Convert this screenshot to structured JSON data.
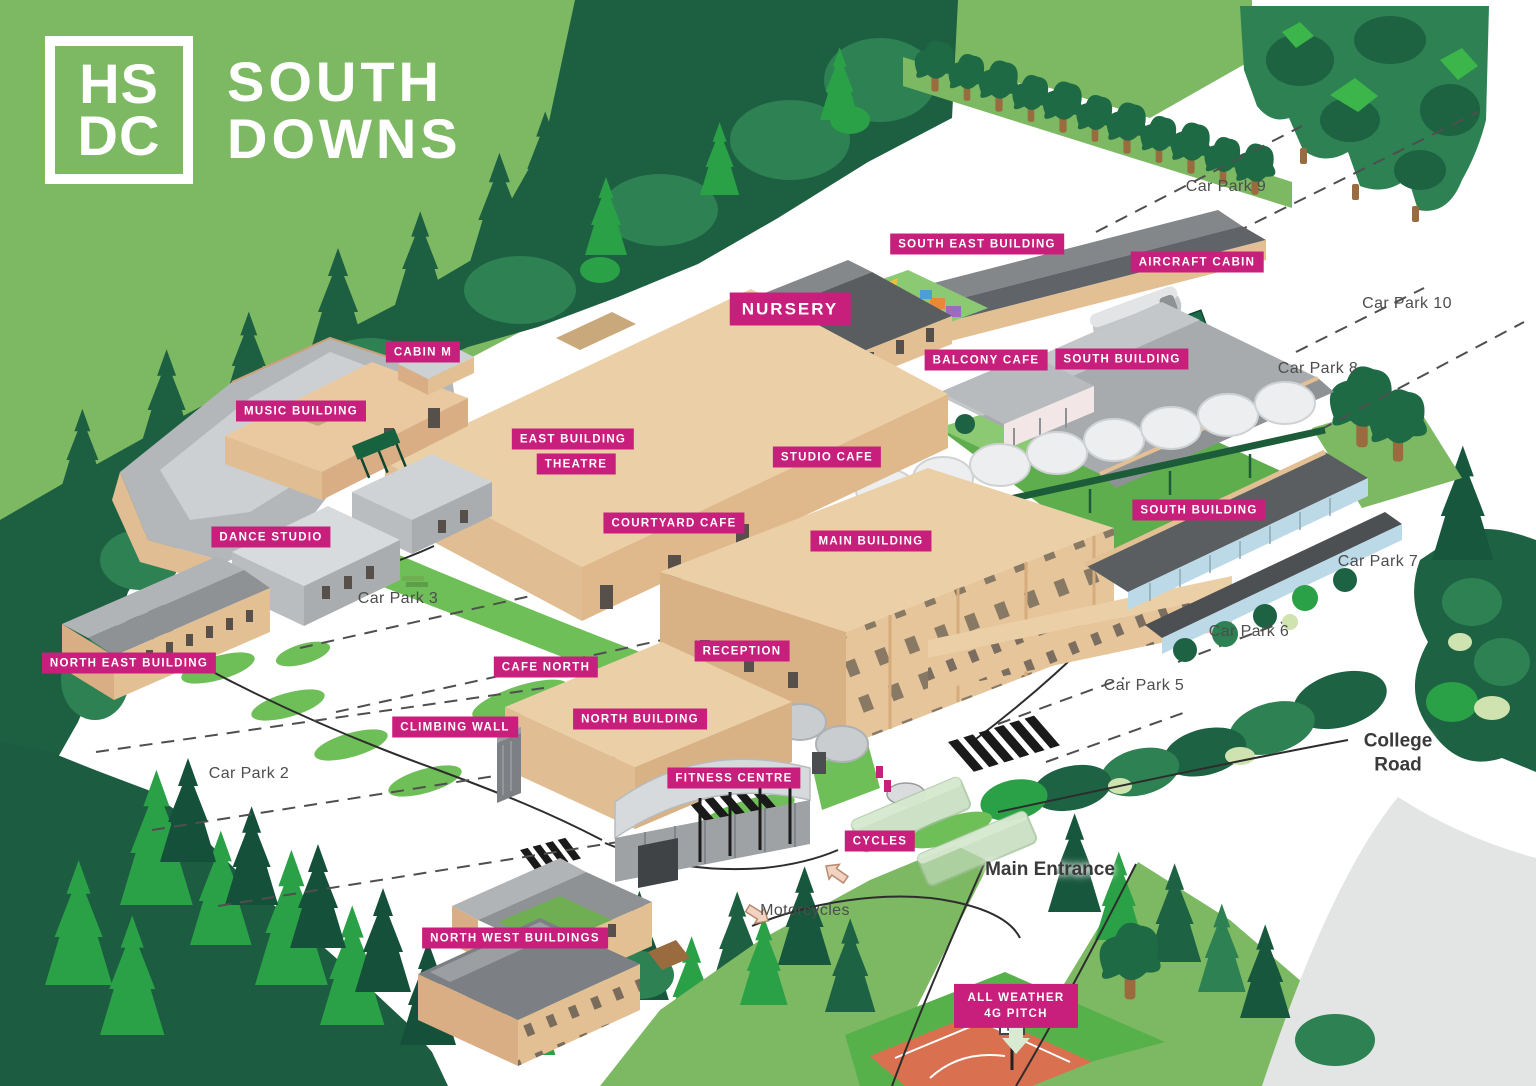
{
  "brand": {
    "logo_line1": "HS",
    "logo_line2": "DC",
    "title_line1": "SOUTH",
    "title_line2": "DOWNS"
  },
  "building_labels": {
    "south_east_building": "SOUTH EAST BUILDING",
    "aircraft_cabin": "AIRCRAFT CABIN",
    "nursery": "NURSERY",
    "cabin_m": "CABIN M",
    "music_building": "MUSIC BUILDING",
    "balcony_cafe": "BALCONY CAFE",
    "south_building_upper": "SOUTH BUILDING",
    "east_building": "EAST BUILDING",
    "theatre": "THEATRE",
    "studio_cafe": "STUDIO CAFE",
    "courtyard_cafe": "COURTYARD CAFE",
    "main_building": "MAIN BUILDING",
    "south_building_lower": "SOUTH BUILDING",
    "dance_studio": "DANCE STUDIO",
    "north_east_building": "NORTH EAST BUILDING",
    "cafe_north": "CAFE NORTH",
    "reception": "RECEPTION",
    "climbing_wall": "CLIMBING WALL",
    "north_building": "NORTH BUILDING",
    "fitness_centre": "FITNESS CENTRE",
    "cycles": "CYCLES",
    "north_west_buildings": "NORTH WEST BUILDINGS",
    "all_weather_pitch": "ALL WEATHER 4G PITCH"
  },
  "area_labels": {
    "car_park_9": "Car Park 9",
    "car_park_10": "Car Park 10",
    "car_park_8": "Car Park 8",
    "car_park_7": "Car Park 7",
    "car_park_6": "Car Park 6",
    "car_park_5": "Car Park 5",
    "car_park_3": "Car Park 3",
    "car_park_2": "Car Park 2",
    "college_road": "College Road",
    "main_entrance": "Main Entrance",
    "motorcycles": "Motorcycles"
  },
  "colors": {
    "badge_magenta": "#c81f7d",
    "field_green": "#7cb962",
    "forest_dark": "#1d5f41",
    "canopy_mid": "#2d8153",
    "tree_bright": "#2aa146",
    "grass_verge": "#6fbf58",
    "building_tan": "#ebcfa6",
    "roof_grey": "#9ea2a5",
    "roof_dark": "#5a5e61",
    "court_orange": "#d9704f",
    "road_grey": "#e3e5e4",
    "label_grey": "#4d4d4d",
    "label_dark": "#3a3a3a"
  }
}
